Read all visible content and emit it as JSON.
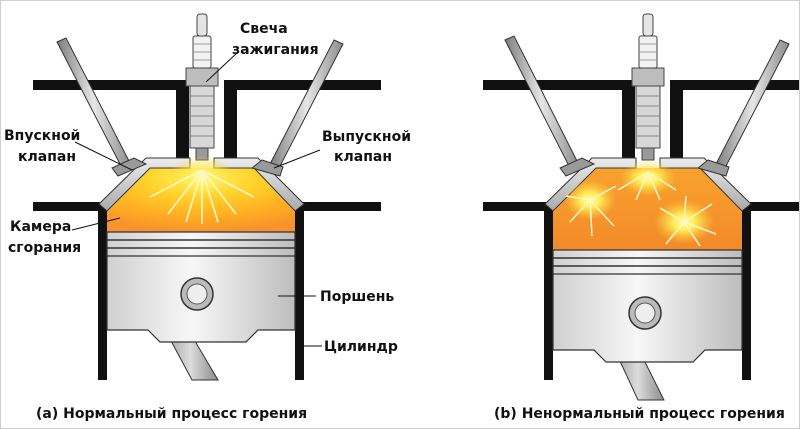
{
  "labels": {
    "spark_plug": [
      "Свеча",
      "зажигания"
    ],
    "intake_valve": [
      "Впускной",
      "клапан"
    ],
    "exhaust_valve": [
      "Выпускной",
      "клапан"
    ],
    "chamber": [
      "Камера",
      "сгорания"
    ],
    "piston": "Поршень",
    "cylinder": "Цилиндр"
  },
  "captions": {
    "a": "(a)  Нормальный процесс горения",
    "b": "(b) Ненормальный процесс горения"
  },
  "colors": {
    "flame_core": "#fff25a",
    "flame_mid": "#ffc21a",
    "flame_outer": "#f6922a",
    "metal_light": "#e9e9e9",
    "metal_mid": "#c7c7c7",
    "metal_dark": "#8f8f8f",
    "outline": "#111111"
  }
}
